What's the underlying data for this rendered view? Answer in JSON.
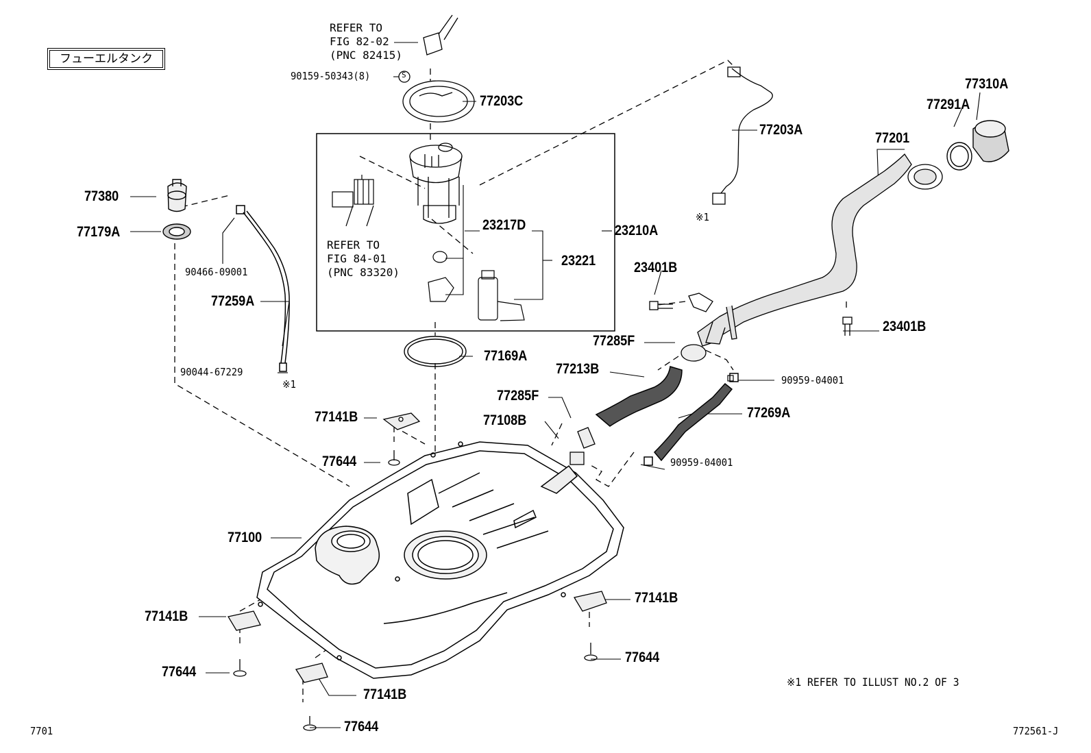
{
  "title": "フューエルタンク",
  "figure_id": "7701",
  "illustration_code": "772561-J",
  "footnote": "※1  REFER TO ILLUST NO.2 OF 3",
  "references": {
    "fig82": [
      "REFER TO",
      "FIG 82-02",
      "(PNC 82415)"
    ],
    "fig84": [
      "REFER TO",
      "FIG 84-01",
      "(PNC 83320)"
    ]
  },
  "parts": {
    "p77203C": "77203C",
    "p90159": "90159-50343(8)",
    "p77203A": "77203A",
    "p77310A": "77310A",
    "p77291A": "77291A",
    "p77201": "77201",
    "p77380": "77380",
    "p77179A": "77179A",
    "p90466": "90466-09001",
    "p77259A": "77259A",
    "p90044": "90044-67229",
    "p23217D": "23217D",
    "p23210A": "23210A",
    "p23221": "23221",
    "p23401B_a": "23401B",
    "p23401B_b": "23401B",
    "p77285F_a": "77285F",
    "p77213B": "77213B",
    "p90959_a": "90959-04001",
    "p77169A": "77169A",
    "p77285F_b": "77285F",
    "p77269A": "77269A",
    "p77141B_a": "77141B",
    "p77108B": "77108B",
    "p77644_a": "77644",
    "p90959_b": "90959-04001",
    "p77100": "77100",
    "p77141B_b": "77141B",
    "p77141B_c": "77141B",
    "p77644_b": "77644",
    "p77644_c": "77644",
    "p77141B_d": "77141B",
    "p77644_d": "77644"
  },
  "marks": {
    "note1": "※1",
    "s_mark": "S"
  }
}
